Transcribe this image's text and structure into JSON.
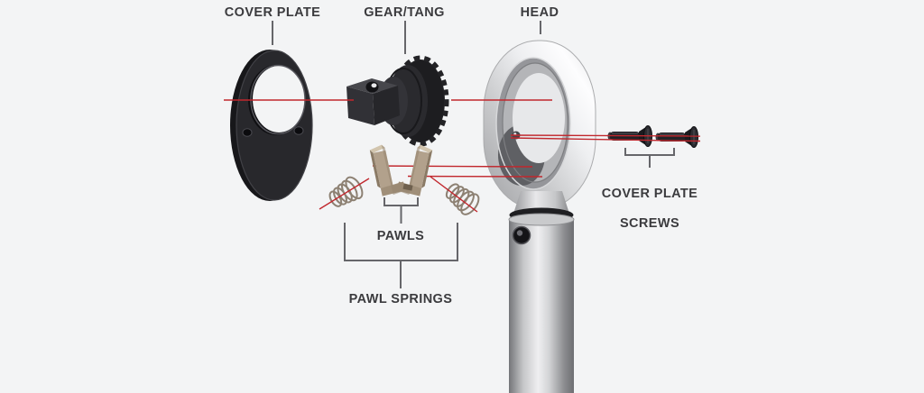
{
  "diagram": {
    "type": "exploded-parts-diagram",
    "subject": "ratchet head assembly",
    "background_color": "#f3f4f5",
    "colors": {
      "leader_red": "#c1272d",
      "bracket_gray": "#66666a",
      "label_text": "#3b3b3e",
      "pawl_tan": "#b2a18c",
      "chrome_light": "#f2f2f4",
      "gear_black": "#232326"
    },
    "labels": {
      "cover_plate": "COVER PLATE",
      "gear_tang": "GEAR/TANG",
      "head": "HEAD",
      "cover_plate_screws_line1": "COVER PLATE",
      "cover_plate_screws_line2": "SCREWS",
      "pawls": "PAWLS",
      "pawl_springs": "PAWL SPRINGS"
    },
    "parts": [
      "cover plate",
      "gear/tang",
      "head",
      "cover plate screws",
      "pawls",
      "pawl springs",
      "handle"
    ]
  }
}
